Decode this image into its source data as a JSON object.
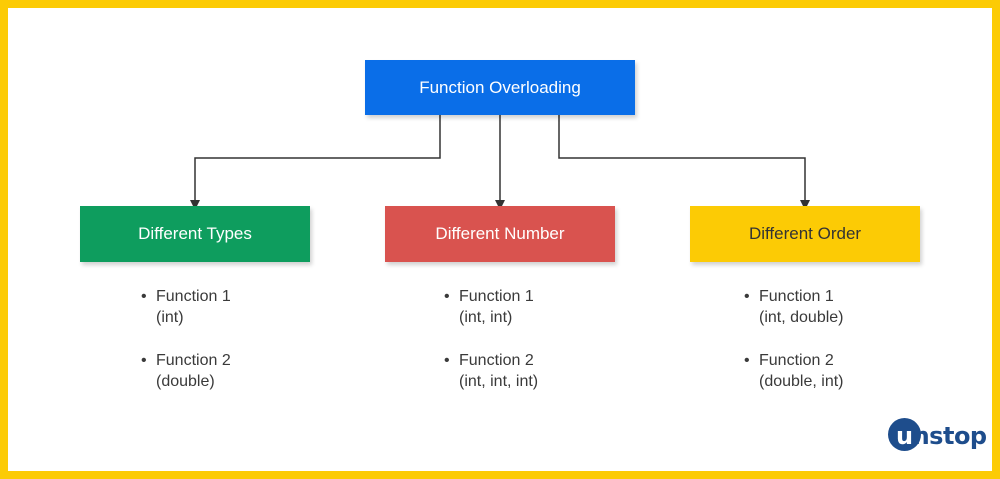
{
  "diagram": {
    "root": {
      "label": "Function Overloading",
      "color": "#0A6EE8"
    },
    "children": [
      {
        "label": "Different Types",
        "color": "#0E9D5E",
        "items": [
          {
            "name": "Function 1",
            "params": "(int)"
          },
          {
            "name": "Function 2",
            "params": "(double)"
          }
        ]
      },
      {
        "label": "Different Number",
        "color": "#D9534F",
        "items": [
          {
            "name": "Function 1",
            "params": "(int, int)"
          },
          {
            "name": "Function 2",
            "params": "(int, int, int)"
          }
        ]
      },
      {
        "label": "Different Order",
        "color": "#FCCB05",
        "items": [
          {
            "name": "Function 1",
            "params": "(int, double)"
          },
          {
            "name": "Function 2",
            "params": "(double, int)"
          }
        ]
      }
    ],
    "border_color": "#FCCB05"
  },
  "logo": {
    "first_letter": "u",
    "rest": "nstop",
    "color": "#1E4D8C"
  }
}
